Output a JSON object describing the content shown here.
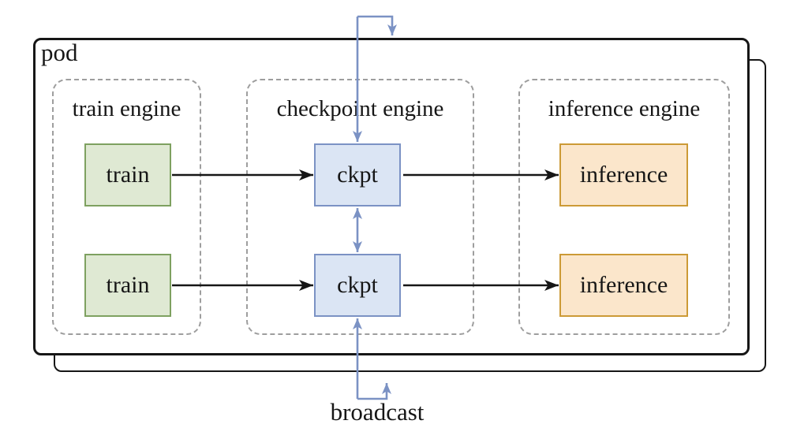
{
  "pod": {
    "label": "pod"
  },
  "broadcast": {
    "label": "broadcast"
  },
  "engines": [
    {
      "id": "train-engine",
      "title": "train engine",
      "nodes": [
        "train",
        "train"
      ]
    },
    {
      "id": "checkpoint-engine",
      "title": "checkpoint engine",
      "nodes": [
        "ckpt",
        "ckpt"
      ]
    },
    {
      "id": "inference-engine",
      "title": "inference engine",
      "nodes": [
        "inference",
        "inference"
      ]
    }
  ],
  "colors": {
    "train_fill": "#dfe9d3",
    "train_border": "#7ea160",
    "ckpt_fill": "#dbe5f4",
    "ckpt_border": "#7b92c4",
    "inference_fill": "#fbe6cb",
    "inference_border": "#cc9a36",
    "blue_arrow": "#7b92c4",
    "dashed_gray": "#9e9e9e",
    "black": "#161616"
  }
}
